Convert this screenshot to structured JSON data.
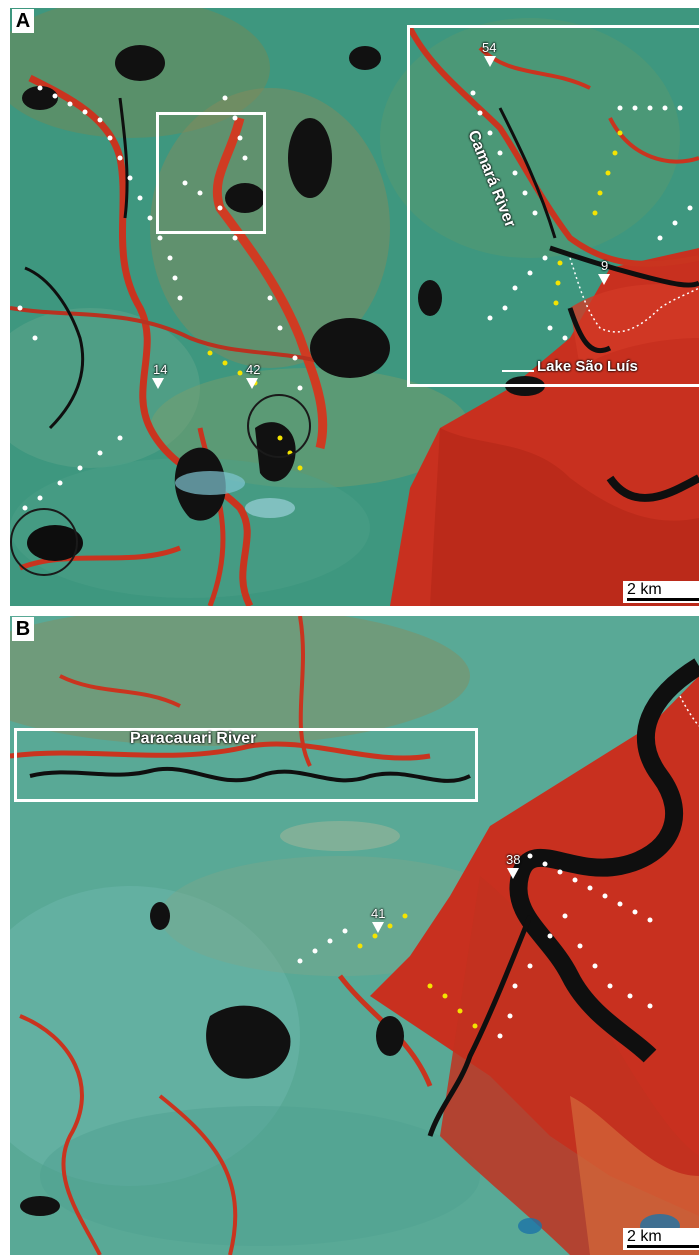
{
  "panels": [
    {
      "letter": "A",
      "scale": "2 km",
      "labels": {
        "river": "Camará River",
        "lake": "Lake São Luís",
        "n54": "54",
        "n9": "9",
        "n14": "14",
        "n42": "42"
      }
    },
    {
      "letter": "B",
      "scale": "2 km",
      "labels": {
        "river": "Paracauari River",
        "n41": "41",
        "n38": "38"
      }
    }
  ],
  "colors": {
    "vegetation": "#3f9a83",
    "wetland_red": "#c62d1e",
    "water": "#111111",
    "arrow_white": "#ffffff",
    "arrow_yellow": "#f4e400",
    "frame": "#ffffff"
  }
}
